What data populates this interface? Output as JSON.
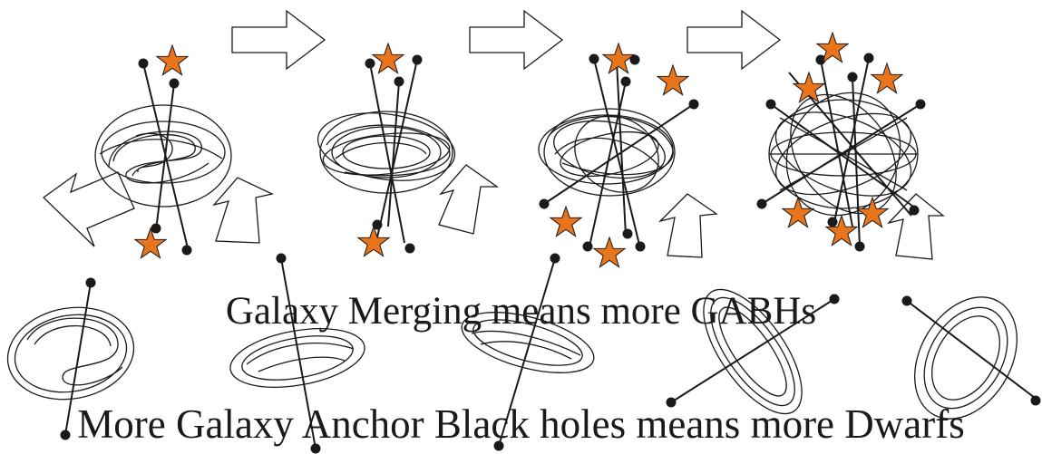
{
  "captions": {
    "merging": "Galaxy Merging means more GABHs",
    "dwarfs": "More Galaxy Anchor Black holes means more Dwarfs"
  },
  "colors": {
    "star_fill": "#e8741c",
    "ink": "#1a1a1a",
    "background": "#ffffff"
  },
  "diagram": {
    "merge_stages": 4,
    "transition_arrows": 3,
    "dwarf_galaxies": 5,
    "icons": [
      "galaxy-icon",
      "black-hole-icon",
      "star-icon",
      "arrow-icon"
    ]
  }
}
